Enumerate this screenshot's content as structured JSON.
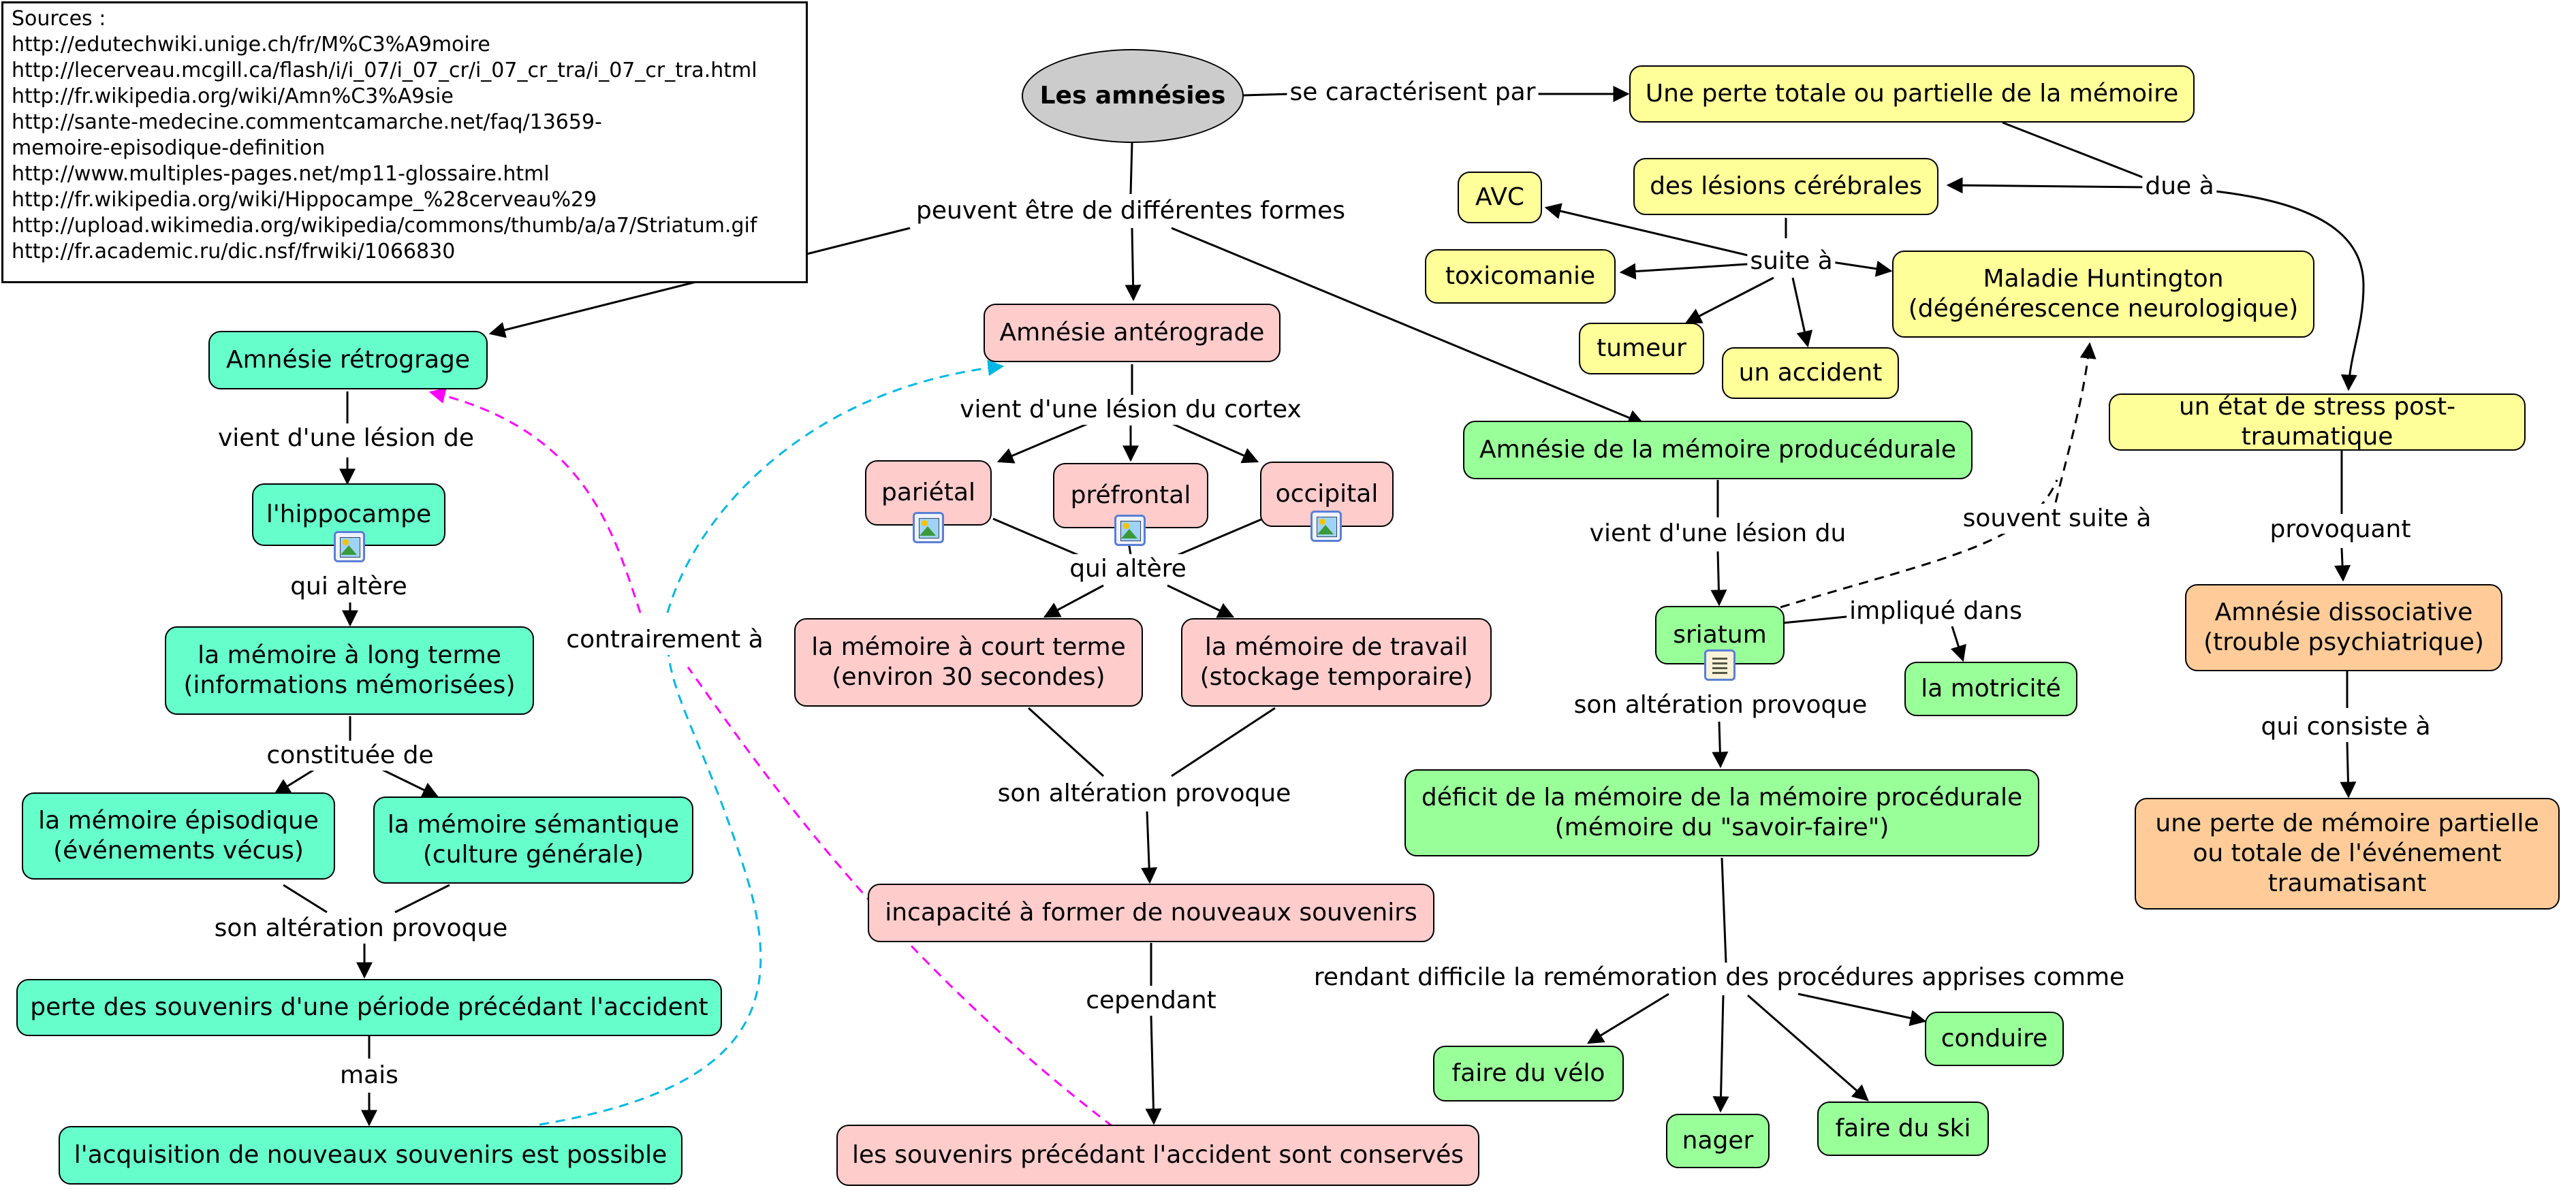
{
  "sources": {
    "title": "Sources :",
    "lines": [
      "http://edutechwiki.unige.ch/fr/M%C3%A9moire",
      "http://lecerveau.mcgill.ca/flash/i/i_07/i_07_cr/i_07_cr_tra/i_07_cr_tra.html",
      "http://fr.wikipedia.org/wiki/Amn%C3%A9sie",
      "http://sante-medecine.commentcamarche.net/faq/13659-",
      "memoire-episodique-definition",
      "http://www.multiples-pages.net/mp11-glossaire.html",
      "http://fr.wikipedia.org/wiki/Hippocampe_%28cerveau%29",
      "http://upload.wikimedia.org/wikipedia/commons/thumb/a/a7/Striatum.gif",
      "http://fr.academic.ru/dic.nsf/frwiki/1066830"
    ]
  },
  "nodes": {
    "root": "Les amnésies",
    "perte_totale": "Une perte totale ou partielle de la mémoire",
    "lesions": "des lésions cérébrales",
    "avc": "AVC",
    "toxicomanie": "toxicomanie",
    "tumeur": "tumeur",
    "accident": "un accident",
    "huntington": "Maladie Huntington\n(dégénérescence neurologique)",
    "stress": "un état de stress post-traumatique",
    "dissociative": "Amnésie dissociative\n(trouble psychiatrique)",
    "perte_partielle": "une perte de mémoire partielle\nou totale de l'événement\ntraumatisant",
    "retrograde": "Amnésie rétrograge",
    "hippocampe": "l'hippocampe",
    "long_terme": "la mémoire à long terme\n(informations mémorisées)",
    "episodique": "la mémoire épisodique\n(événements vécus)",
    "semantique": "la mémoire sémantique\n(culture générale)",
    "perte_souvenirs": "perte des souvenirs d'une période précédant l'accident",
    "acquisition": "l'acquisition de nouveaux souvenirs est possible",
    "anterograde": "Amnésie antérograde",
    "parietal": "pariétal",
    "prefrontal": "préfrontal",
    "occipital": "occipital",
    "court_terme": "la mémoire à court terme\n(environ 30 secondes)",
    "travail": "la mémoire de travail\n(stockage temporaire)",
    "incapacite": "incapacité à former de nouveaux souvenirs",
    "conserves": "les souvenirs précédant l'accident sont conservés",
    "procedurale": "Amnésie de la mémoire producédurale",
    "striatum": "sriatum",
    "motricite": "la motricité",
    "deficit": "déficit de la mémoire de la mémoire procédurale\n(mémoire du \"savoir-faire\")",
    "velo": "faire du vélo",
    "nager": "nager",
    "ski": "faire du ski",
    "conduire": "conduire"
  },
  "links": {
    "caracterisent": "se caractérisent par",
    "due_a": "due à",
    "suite_a": "suite à",
    "formes": "peuvent être de différentes formes",
    "provoquant": "provoquant",
    "consiste": "qui consiste à",
    "lesion_de": "vient d'une lésion de",
    "qui_altere_1": "qui altère",
    "constituee": "constituée de",
    "alteration_1": "son altération provoque",
    "mais": "mais",
    "contrairement": "contrairement à",
    "lesion_cortex": "vient d'une lésion du cortex",
    "qui_altere_2": "qui altère",
    "alteration_2": "son altération provoque",
    "cependant": "cependant",
    "lesion_du": "vient d'une lésion du",
    "souvent_suite": "souvent suite à",
    "implique": "impliqué dans",
    "alteration_3": "son altération provoque",
    "rendant": "rendant difficile la remémoration des procédures apprises comme"
  },
  "colors": {
    "teal": "#66ffcc",
    "pink": "#ffcccc",
    "green": "#99ff99",
    "yellow": "#ffff99",
    "orange": "#ffcc99",
    "root": "#cccccc",
    "dashed_cyan": "#00b8e6",
    "dashed_magenta": "#ff00ff"
  },
  "icons": [
    "image-icon",
    "image-icon",
    "image-icon",
    "image-icon",
    "image-icon",
    "document-icon"
  ]
}
